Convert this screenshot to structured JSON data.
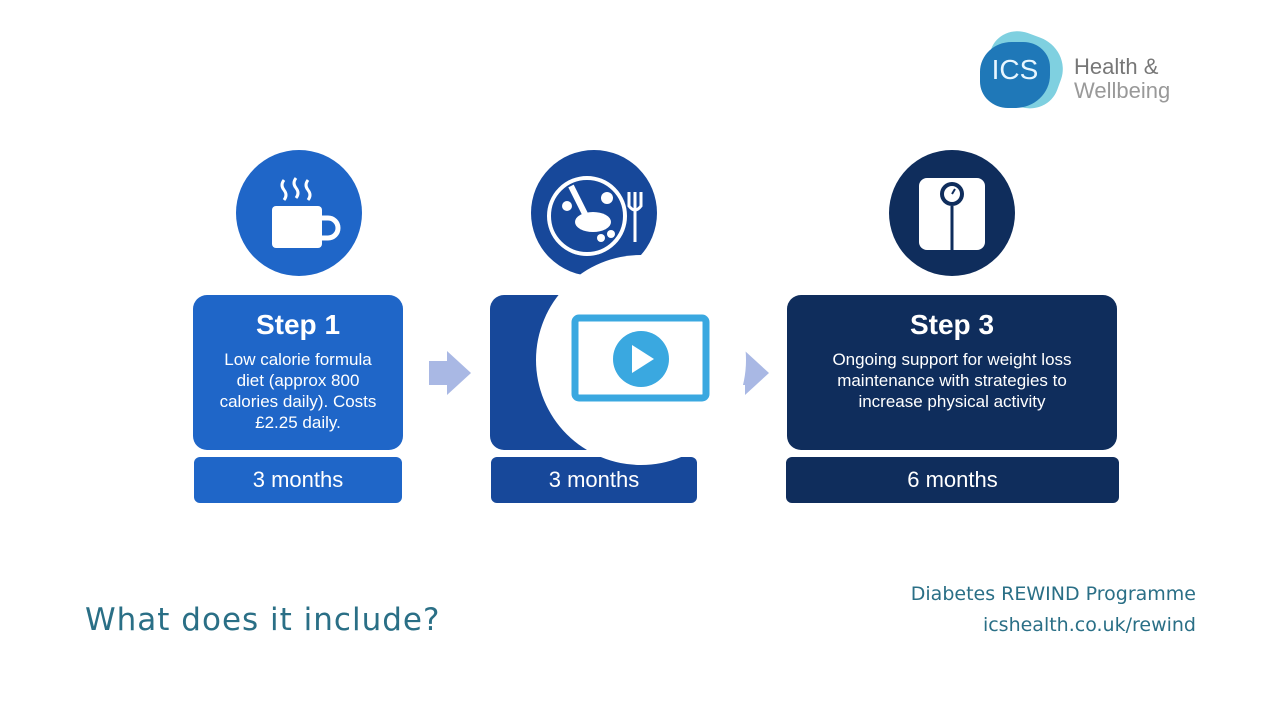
{
  "logo": {
    "mark": "ICS",
    "line1": "Health &",
    "line2": "Wellbeing"
  },
  "steps": [
    {
      "title": "Step 1",
      "text": "Low calorie formula diet (approx 800 calories daily). Costs £2.25 daily.",
      "duration": "3 months",
      "icon": "coffee-mug-icon",
      "color": "#1f66c8"
    },
    {
      "title": "",
      "text": "",
      "duration": "3 months",
      "icon": "plate-food-icon",
      "color": "#17489a"
    },
    {
      "title": "Step 3",
      "text": "Ongoing support for weight loss maintenance with strategies to increase physical activity",
      "duration": "6 months",
      "icon": "weighing-scale-icon",
      "color": "#0f2d5c"
    }
  ],
  "footer": {
    "heading": "What does it include?",
    "programme": "Diabetes REWIND Programme",
    "url": "icshealth.co.uk/rewind"
  },
  "colors": {
    "accent": "#3aa8e0",
    "teal": "#2a6f86"
  }
}
